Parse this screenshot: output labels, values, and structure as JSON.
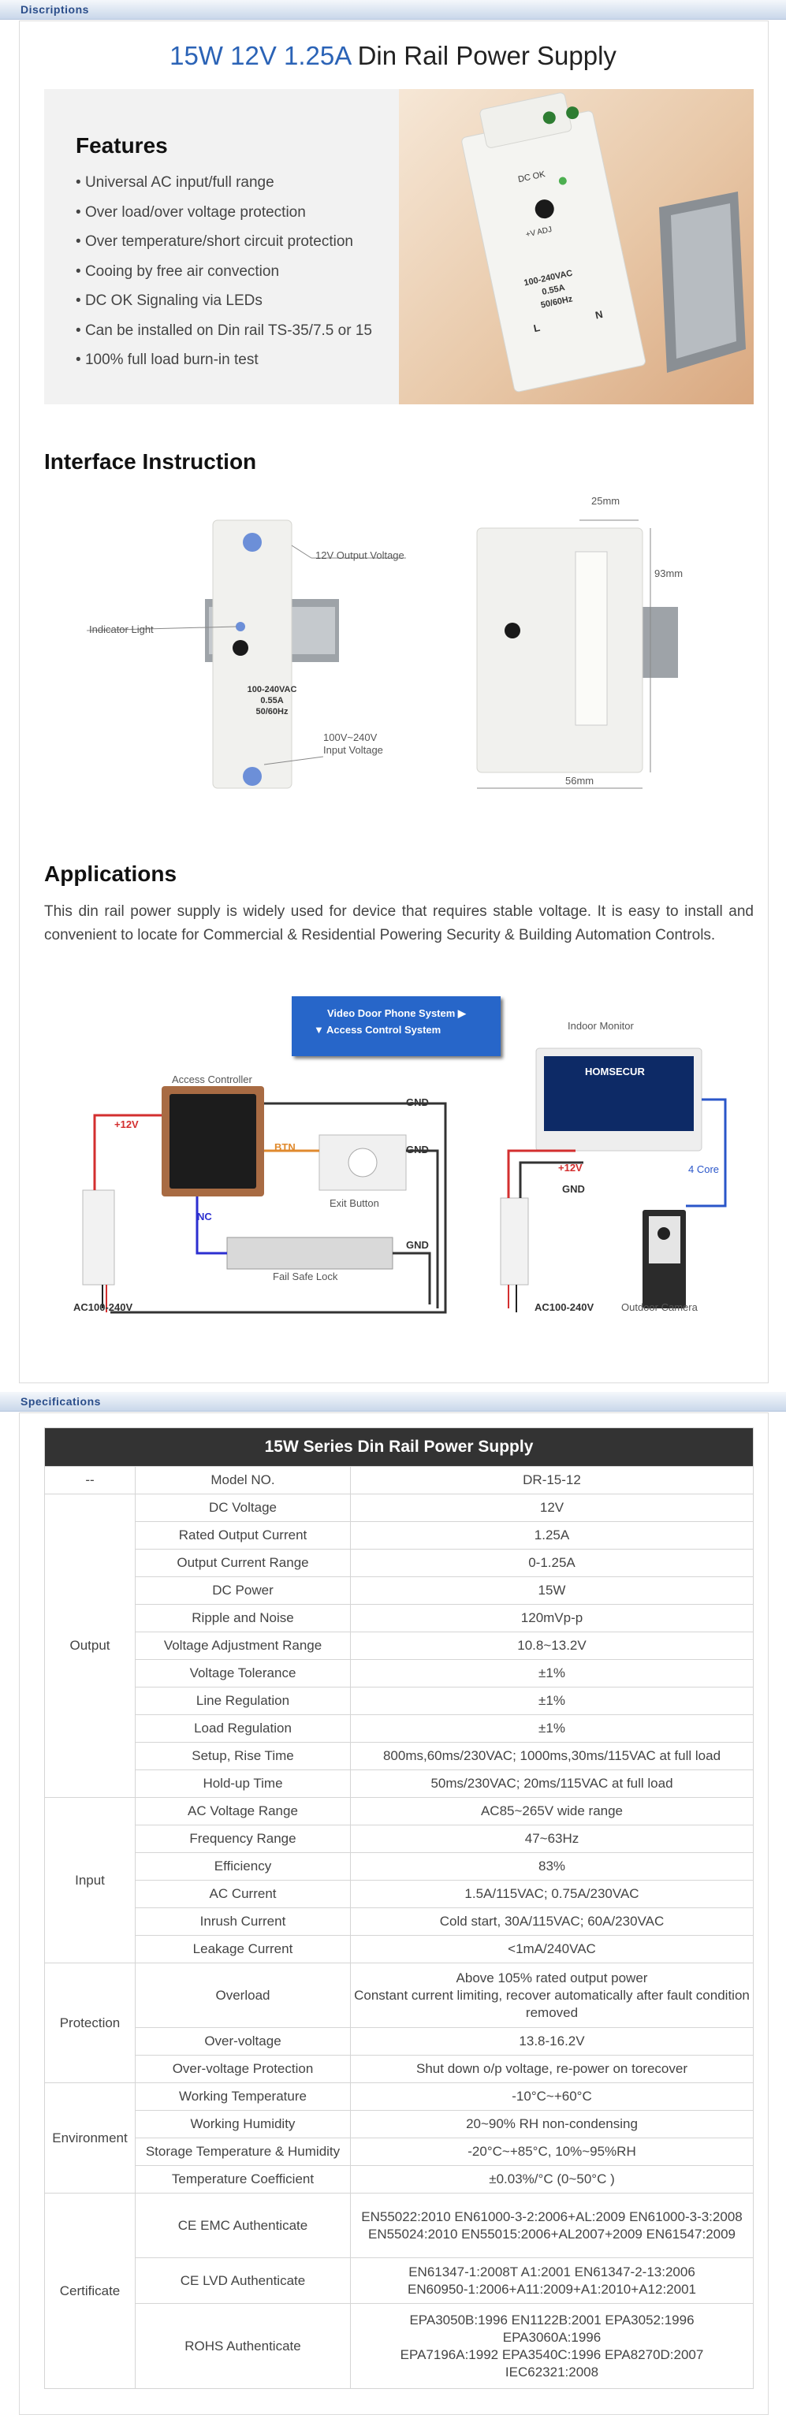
{
  "descriptions": {
    "header": "Discriptions",
    "title_highlight": "15W 12V 1.25A",
    "title_rest": "Din Rail Power Supply",
    "features_title": "Features",
    "features": [
      "Universal AC input/full range",
      "Over load/over voltage protection",
      "Over temperature/short circuit protection",
      "Cooing by free air convection",
      "DC OK Signaling via LEDs",
      "Can be installed on Din rail TS-35/7.5 or 15",
      "100% full load burn-in test"
    ],
    "photo": {
      "led_label": "DC OK",
      "adj_label": "+V ADJ",
      "input_label": "100-240VAC",
      "current_label": "0.55A",
      "freq_label": "50/60Hz",
      "l_label": "L",
      "n_label": "N"
    },
    "interface_title": "Interface Instruction",
    "interface_labels": {
      "output": "12V Output Voltage",
      "indicator": "Indicator Light",
      "input_line1": "100V~240V",
      "input_line2": "Input Voltage",
      "width_top": "25mm",
      "height": "93mm",
      "width_bottom": "56mm"
    },
    "applications_title": "Applications",
    "applications_text": "This din rail power supply is widely used for device that requires stable voltage. It is easy to install and convenient to locate for Commercial & Residential Powering Security & Building Automation Controls.",
    "app_diagram": {
      "menu_item1": "Video Door Phone System ▶",
      "menu_item2": "▼ Access Control System",
      "access_controller": "Access Controller",
      "exit_button": "Exit Button",
      "fail_safe_lock": "Fail Safe Lock",
      "plus12v_left": "+12V",
      "btn": "BTN",
      "nc": "NC",
      "gnd1": "GND",
      "gnd2": "GND",
      "gnd3": "GND",
      "ac_left": "AC100-240V",
      "indoor_monitor": "Indoor Monitor",
      "monitor_brand": "HOMSECUR",
      "plus12v_right": "+12V",
      "gnd_right": "GND",
      "four_core": "4 Core",
      "ac_right": "AC100-240V",
      "outdoor_camera": "Outdoor Camera"
    }
  },
  "specifications": {
    "header": "Specifications",
    "caption": "15W Series Din Rail Power Supply",
    "rows": [
      {
        "group": "--",
        "param": "Model NO.",
        "value": "DR-15-12"
      },
      {
        "group": "Output",
        "param": "DC Voltage",
        "value": "12V"
      },
      {
        "param": "Rated Output Current",
        "value": "1.25A"
      },
      {
        "param": "Output Current Range",
        "value": "0-1.25A"
      },
      {
        "param": "DC Power",
        "value": "15W"
      },
      {
        "param": "Ripple and Noise",
        "value": "120mVp-p"
      },
      {
        "param": "Voltage Adjustment Range",
        "value": "10.8~13.2V"
      },
      {
        "param": "Voltage Tolerance",
        "value": "±1%"
      },
      {
        "param": "Line Regulation",
        "value": "±1%"
      },
      {
        "param": "Load Regulation",
        "value": "±1%"
      },
      {
        "param": "Setup, Rise Time",
        "value": "800ms,60ms/230VAC; 1000ms,30ms/115VAC at full load"
      },
      {
        "param": "Hold-up Time",
        "value": "50ms/230VAC; 20ms/115VAC at full load"
      },
      {
        "group": "Input",
        "param": "AC Voltage Range",
        "value": "AC85~265V wide range"
      },
      {
        "param": "Frequency Range",
        "value": "47~63Hz"
      },
      {
        "param": "Efficiency",
        "value": "83%"
      },
      {
        "param": "AC Current",
        "value": "1.5A/115VAC; 0.75A/230VAC"
      },
      {
        "param": "Inrush Current",
        "value": "Cold start, 30A/115VAC; 60A/230VAC"
      },
      {
        "param": "Leakage Current",
        "value": "<1mA/240VAC"
      },
      {
        "group": "Protection",
        "param": "Overload",
        "value": "Above 105% rated output power\nConstant current limiting, recover automatically after fault condition removed"
      },
      {
        "param": "Over-voltage",
        "value": "13.8-16.2V"
      },
      {
        "param": "Over-voltage Protection",
        "value": "Shut down o/p voltage, re-power on torecover"
      },
      {
        "group": "Environment",
        "param": "Working Temperature",
        "value": "-10°C~+60°C"
      },
      {
        "param": "Working Humidity",
        "value": "20~90% RH non-condensing"
      },
      {
        "param": "Storage Temperature & Humidity",
        "value": "-20°C~+85°C, 10%~95%RH"
      },
      {
        "param": "Temperature Coefficient",
        "value": "±0.03%/°C (0~50°C )"
      },
      {
        "group": "Certificate",
        "param": "CE EMC Authenticate",
        "value": "EN55022:2010 EN61000-3-2:2006+AL:2009 EN61000-3-3:2008\nEN55024:2010 EN55015:2006+AL2007+2009 EN61547:2009"
      },
      {
        "param": "CE LVD Authenticate",
        "value": "EN61347-1:2008T A1:2001 EN61347-2-13:2006\nEN60950-1:2006+A11:2009+A1:2010+A12:2001"
      },
      {
        "param": "ROHS Authenticate",
        "value": "EPA3050B:1996 EN1122B:2001 EPA3052:1996\nEPA3060A:1996\nEPA7196A:1992 EPA3540C:1996 EPA8270D:2007\nIEC62321:2008"
      }
    ]
  }
}
